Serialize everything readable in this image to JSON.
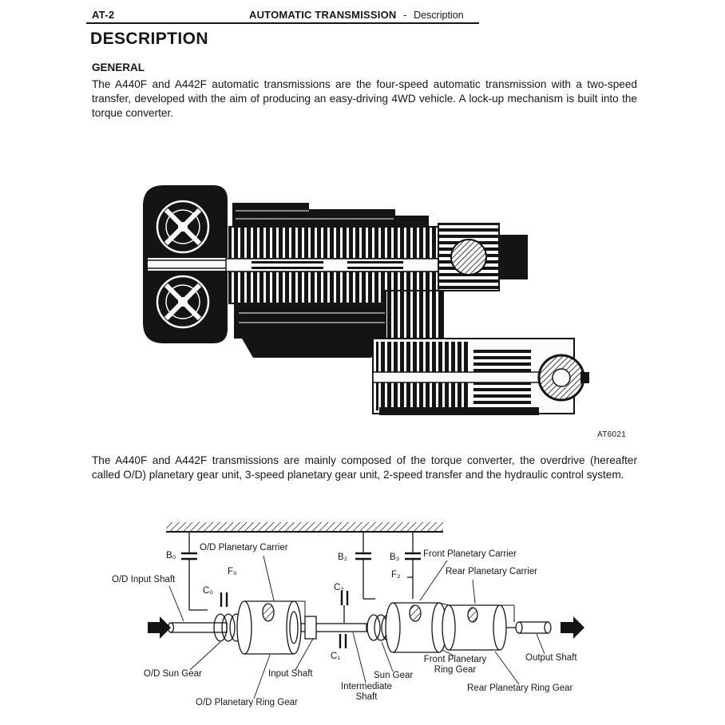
{
  "header": {
    "page_code": "AT-2",
    "section_title": "AUTOMATIC TRANSMISSION",
    "separator": "-",
    "subtitle": "Description"
  },
  "content": {
    "title": "DESCRIPTION",
    "subtitle": "GENERAL",
    "paragraph1": "The A440F and A442F automatic transmissions are the four-speed automatic transmission with a two-speed transfer, developed with the aim of producing an easy-driving 4WD vehicle. A lock-up mechanism is built into the torque converter.",
    "figure_code": "AT6021",
    "paragraph2": "The A440F and A442F transmissions are mainly composed of the torque converter, the overdrive (hereafter called O/D) planetary gear unit, 3-speed planetary gear unit, 2-speed transfer and the hydraulic control system."
  },
  "schematic": {
    "labels": {
      "b0": "B₀",
      "od_planetary_carrier": "O/D Planetary Carrier",
      "b2": "B₂",
      "b3": "B₃",
      "front_planetary_carrier": "Front Planetary Carrier",
      "rear_planetary_carrier": "Rear Planetary Carrier",
      "od_input_shaft": "O/D Input Shaft",
      "f0": "F₀",
      "c0": "C₀",
      "c2": "C₂",
      "f2": "F₂",
      "c1": "C₁",
      "od_sun_gear": "O/D Sun Gear",
      "input_shaft": "Input Shaft",
      "intermediate_shaft": "Intermediate Shaft",
      "sun_gear": "Sun Gear",
      "front_planetary_ring_gear": "Front Planetary Ring Gear",
      "output_shaft": "Output Shaft",
      "rear_planetary_ring_gear": "Rear Planetary Ring Gear",
      "od_planetary_ring_gear": "O/D Planetary Ring Gear"
    }
  }
}
